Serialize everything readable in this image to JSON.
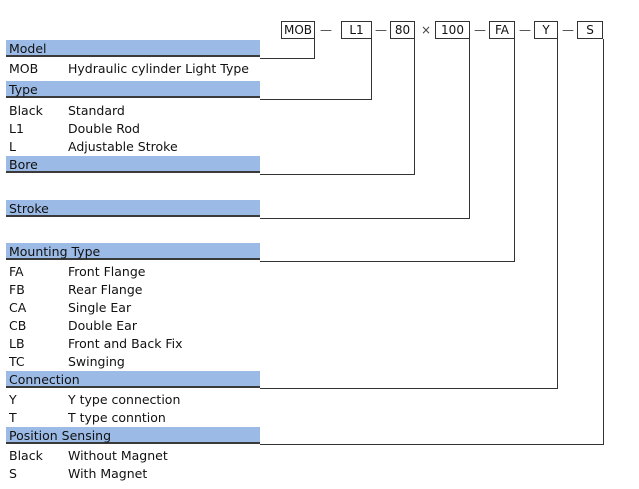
{
  "code": {
    "parts": [
      "MOB",
      "L1",
      "80",
      "100",
      "FA",
      "Y",
      "S"
    ],
    "separators": [
      "—",
      "—",
      "×",
      "—",
      "—",
      "—"
    ]
  },
  "sections": [
    {
      "title": "Model",
      "rows": [
        {
          "code": "MOB",
          "desc": "Hydraulic cylinder Light Type"
        }
      ]
    },
    {
      "title": "Type",
      "rows": [
        {
          "code": "Black",
          "desc": "Standard"
        },
        {
          "code": "L1",
          "desc": "Double Rod"
        },
        {
          "code": "L",
          "desc": "Adjustable Stroke"
        }
      ]
    },
    {
      "title": "Bore",
      "rows": []
    },
    {
      "title": "Stroke",
      "rows": []
    },
    {
      "title": "Mounting Type",
      "rows": [
        {
          "code": "FA",
          "desc": "Front Flange"
        },
        {
          "code": "FB",
          "desc": "Rear Flange"
        },
        {
          "code": "CA",
          "desc": "Single Ear"
        },
        {
          "code": "CB",
          "desc": "Double Ear"
        },
        {
          "code": "LB",
          "desc": "Front and Back Fix"
        },
        {
          "code": "TC",
          "desc": "Swinging"
        }
      ]
    },
    {
      "title": "Connection",
      "rows": [
        {
          "code": "Y",
          "desc": "Y type connection"
        },
        {
          "code": "T",
          "desc": "T type conntion"
        }
      ]
    },
    {
      "title": "Position Sensing",
      "rows": [
        {
          "code": "Black",
          "desc": "Without Magnet"
        },
        {
          "code": "S",
          "desc": "With Magnet"
        }
      ]
    }
  ]
}
